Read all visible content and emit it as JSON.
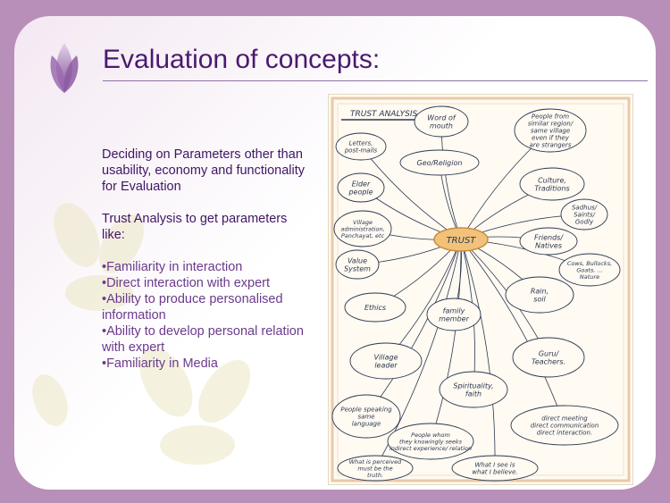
{
  "slide": {
    "title": "Evaluation of concepts:",
    "intro": "Deciding on Parameters other than usability, economy and functionality for Evaluation",
    "lead": "Trust Analysis to get parameters like:",
    "bullets": [
      "•Familiarity in interaction",
      "•Direct interaction with expert",
      "•Ability to produce personalised information",
      "•Ability to develop personal relation with expert",
      "•Familiarity in Media"
    ]
  },
  "colors": {
    "frame": "#b88fb8",
    "title": "#4a1a6e",
    "text_dark": "#3f1566",
    "text_light": "#6b3a8c",
    "hub": "#f2c27a"
  },
  "diagram": {
    "heading": "TRUST ANALYSIS",
    "hub": "TRUST",
    "nodes": {
      "word_of_mouth": [
        "Word of",
        "mouth"
      ],
      "people_region": [
        "People from",
        "similar region/",
        "same village",
        "even if they",
        "are strangers"
      ],
      "letters": [
        "Letters,",
        "post-mails"
      ],
      "geo_religion": [
        "Geo/Religion"
      ],
      "culture": [
        "Culture,",
        "Traditions"
      ],
      "elder": [
        "Elder",
        "people"
      ],
      "sadhus": [
        "Sadhus/",
        "Saints/",
        "Godly"
      ],
      "village_admin": [
        "Village",
        "administration,",
        "Panchayat, etc"
      ],
      "friends": [
        "Friends/",
        "Natives"
      ],
      "value": [
        "Value",
        "System"
      ],
      "cows": [
        "Cows, Bullocks,",
        "Goats, ...",
        "Nature"
      ],
      "ethics": [
        "Ethics"
      ],
      "family": [
        "family",
        "member"
      ],
      "rain": [
        "Rain,",
        "soil"
      ],
      "village_leader": [
        "Village",
        "leader"
      ],
      "guru": [
        "Guru/",
        "Teachers."
      ],
      "spirituality": [
        "Spirituality,",
        "faith"
      ],
      "people_speaking": [
        "People speaking",
        "same",
        "language"
      ],
      "people_whom": [
        "People whom",
        "they knowingly seeks",
        "indirect experience/ relation"
      ],
      "direct_meeting": [
        "direct meeting",
        "direct communication",
        "direct interaction."
      ],
      "perceived_truth": [
        "What is perceived",
        "must be the",
        "truth."
      ],
      "what_i_see": [
        "What I see is",
        "what I believe."
      ]
    }
  }
}
